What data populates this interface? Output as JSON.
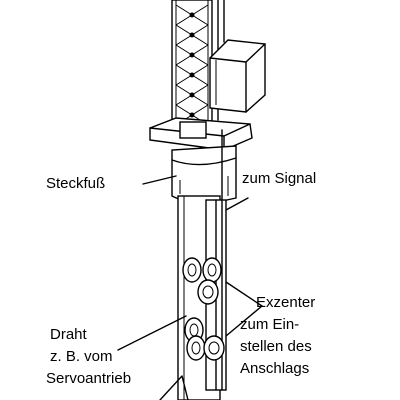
{
  "labels": {
    "steckfuss": "Steckfuß",
    "zum_signal": "zum Signal",
    "exzenter_1": "Exzenter",
    "exzenter_2": "zum Ein-",
    "exzenter_3": "stellen des",
    "exzenter_4": "Anschlags",
    "draht_1": "Draht",
    "draht_2": "z. B. vom",
    "draht_3": "Servoantrieb"
  }
}
